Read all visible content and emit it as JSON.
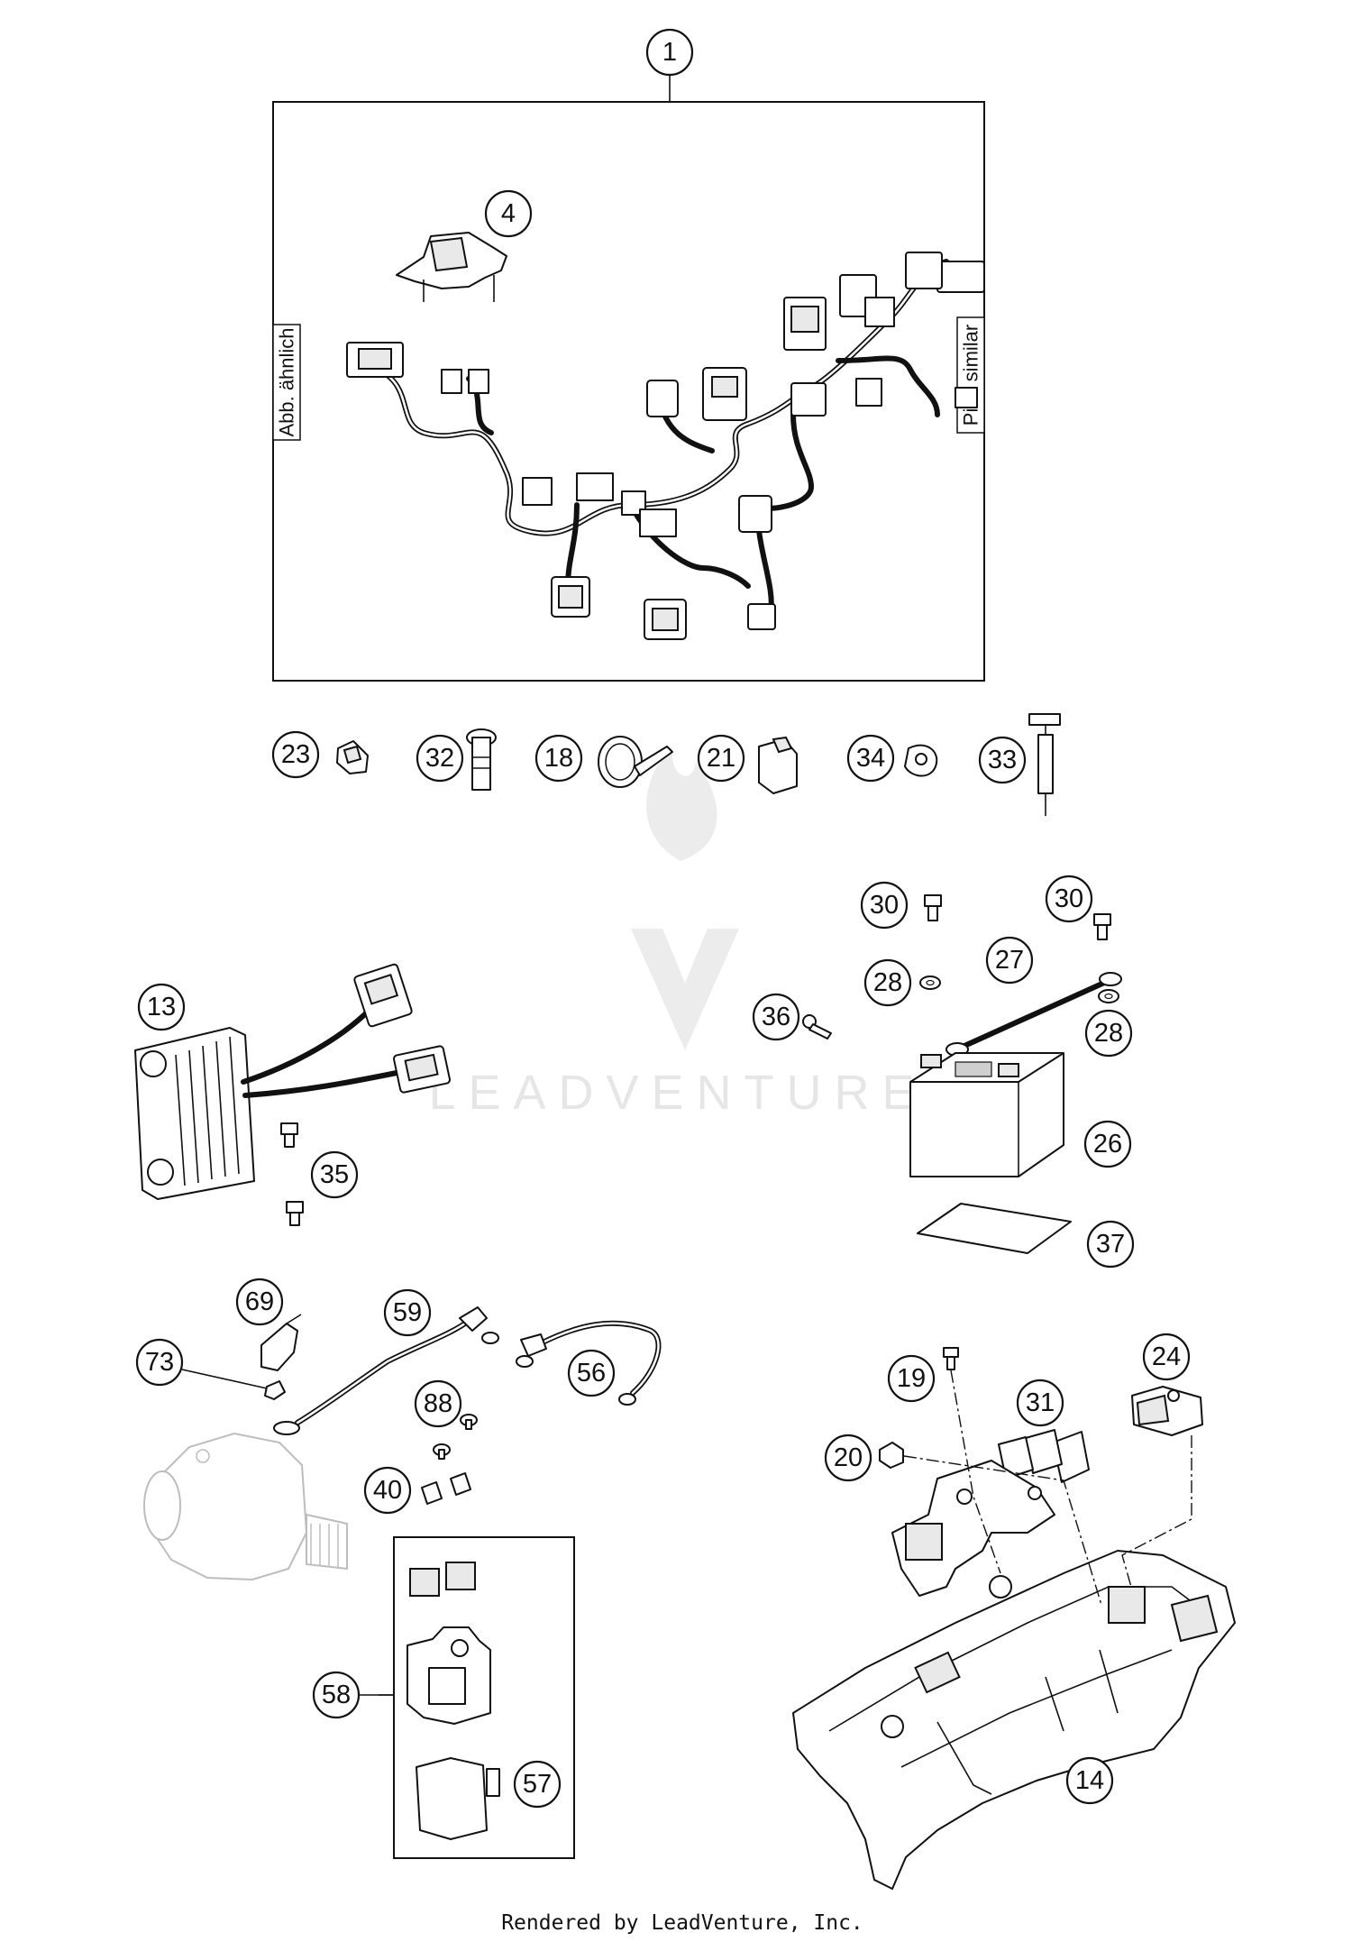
{
  "labels": {
    "left_side": "Abb. ähnlich",
    "right_side": "Pict. similar"
  },
  "watermark": "LEADVENTURE",
  "footer": "Rendered by LeadVenture, Inc.",
  "callouts": {
    "c1": "1",
    "c4": "4",
    "c23": "23",
    "c32": "32",
    "c18": "18",
    "c21": "21",
    "c34": "34",
    "c33": "33",
    "c30a": "30",
    "c30b": "30",
    "c27": "27",
    "c28a": "28",
    "c28b": "28",
    "c36": "36",
    "c26": "26",
    "c37": "37",
    "c13": "13",
    "c35": "35",
    "c69": "69",
    "c59": "59",
    "c73": "73",
    "c56": "56",
    "c88": "88",
    "c40": "40",
    "c58": "58",
    "c57": "57",
    "c24": "24",
    "c19": "19",
    "c31": "31",
    "c20": "20",
    "c14": "14"
  }
}
